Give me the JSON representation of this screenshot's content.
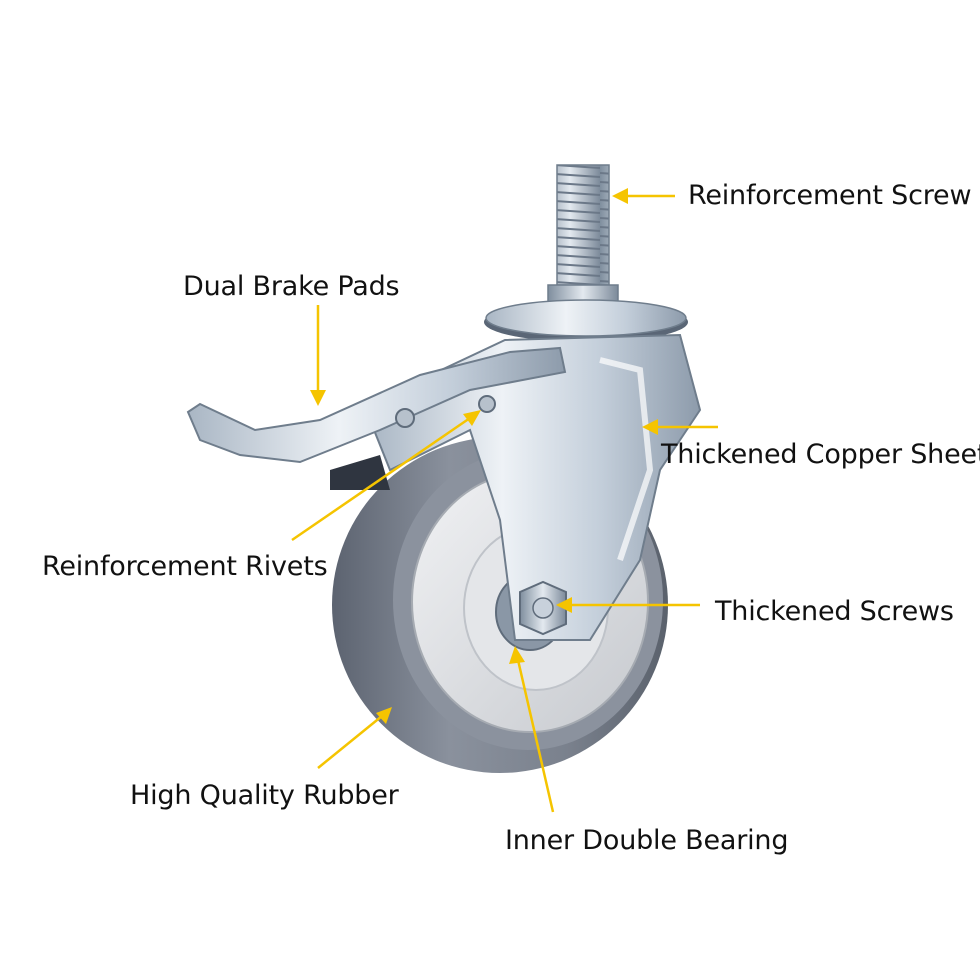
{
  "callouts": {
    "reinforcement_screw": "Reinforcement Screw",
    "dual_brake_pads": "Dual Brake Pads",
    "thickened_copper_sheet": "Thickened Copper Sheet",
    "reinforcement_rivets": "Reinforcement Rivets",
    "thickened_screws": "Thickened Screws",
    "high_quality_rubber": "High Quality Rubber",
    "inner_double_bearing": "Inner Double Bearing"
  },
  "colors": {
    "arrow": "#F5C400",
    "text": "#111111",
    "tire": "#7E8694",
    "hub": "#D9DCE0",
    "metal": "#C9D3DD"
  }
}
